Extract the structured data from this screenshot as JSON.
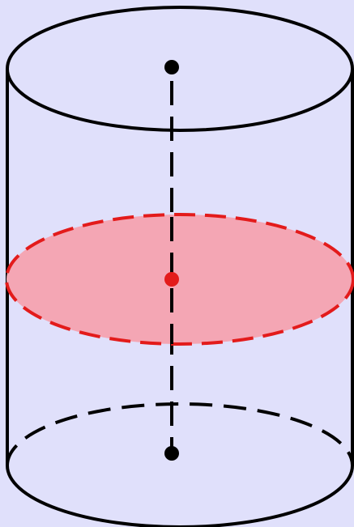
{
  "diagram": {
    "colors": {
      "background": "#e0e0fb",
      "outline": "#000000",
      "cross_section_fill": "#f4a6b4",
      "cross_section_stroke": "#e31b1b",
      "center_point_mid": "#e31b1b",
      "center_points": "#000000"
    },
    "elements": [
      "cylinder-outline",
      "top-face",
      "bottom-face",
      "axis-line",
      "cross-section",
      "top-center-point",
      "middle-center-point",
      "bottom-center-point"
    ]
  }
}
